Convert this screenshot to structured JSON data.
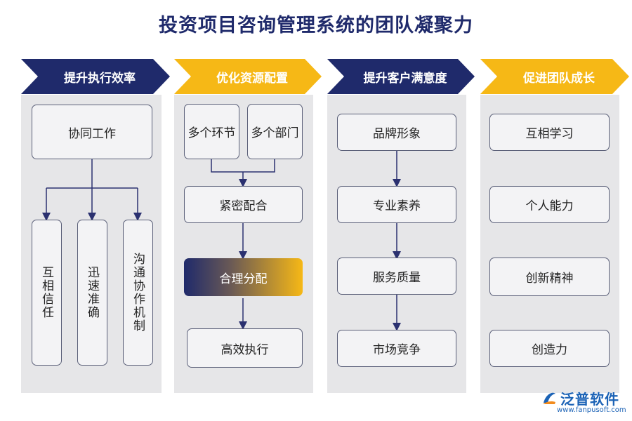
{
  "title": "投资项目咨询管理系统的团队凝聚力",
  "colors": {
    "navy": "#1f2a6b",
    "gold": "#f6b816",
    "panel": "#e6e6e8"
  },
  "columns": [
    {
      "header": "提升执行效率",
      "header_color": "#1f2a6b",
      "top": "协同工作",
      "children": [
        "互相信任",
        "迅速准确",
        "沟通协作机制"
      ]
    },
    {
      "header": "优化资源配置",
      "header_color": "#f6b816",
      "inputs": [
        "多个环节",
        "多个部门"
      ],
      "steps": [
        "紧密配合",
        "合理分配",
        "高效执行"
      ]
    },
    {
      "header": "提升客户满意度",
      "header_color": "#1f2a6b",
      "steps": [
        "品牌形象",
        "专业素养",
        "服务质量",
        "市场竞争"
      ]
    },
    {
      "header": "促进团队成长",
      "header_color": "#f6b816",
      "items": [
        "互相学习",
        "个人能力",
        "创新精神",
        "创造力"
      ]
    }
  ],
  "logo": {
    "name": "泛普软件",
    "url": "www.fanpusoft.com",
    "icon": "fanpu-logo-icon"
  }
}
